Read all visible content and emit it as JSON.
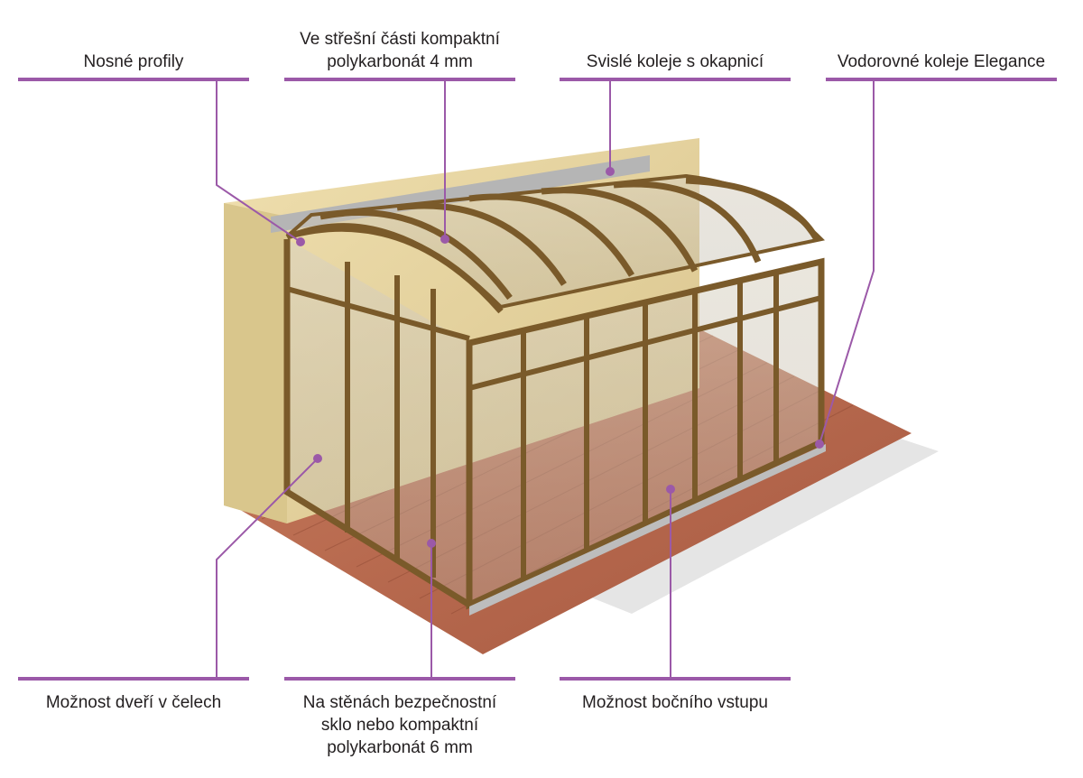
{
  "colors": {
    "accent": "#9b59a8",
    "frame": "#7a5a2a",
    "wall": "#e6d5a3",
    "deck": "#b86a4e",
    "rail": "#b8b8b8"
  },
  "labels": {
    "nosne_profily": "Nosné profily",
    "strecha_line1": "Ve střešní části kompaktní",
    "strecha_line2": "polykarbonát 4 mm",
    "svisle_koleje": "Svislé koleje s okapnicí",
    "vodorovne_koleje": "Vodorovné koleje Elegance",
    "dvere_v_celech": "Možnost dveří v čelech",
    "steny_line1": "Na stěnách bezpečnostní",
    "steny_line2": "sklo nebo kompaktní",
    "steny_line3": "polykarbonát 6 mm",
    "bocni_vstup": "Možnost bočního vstupu"
  }
}
